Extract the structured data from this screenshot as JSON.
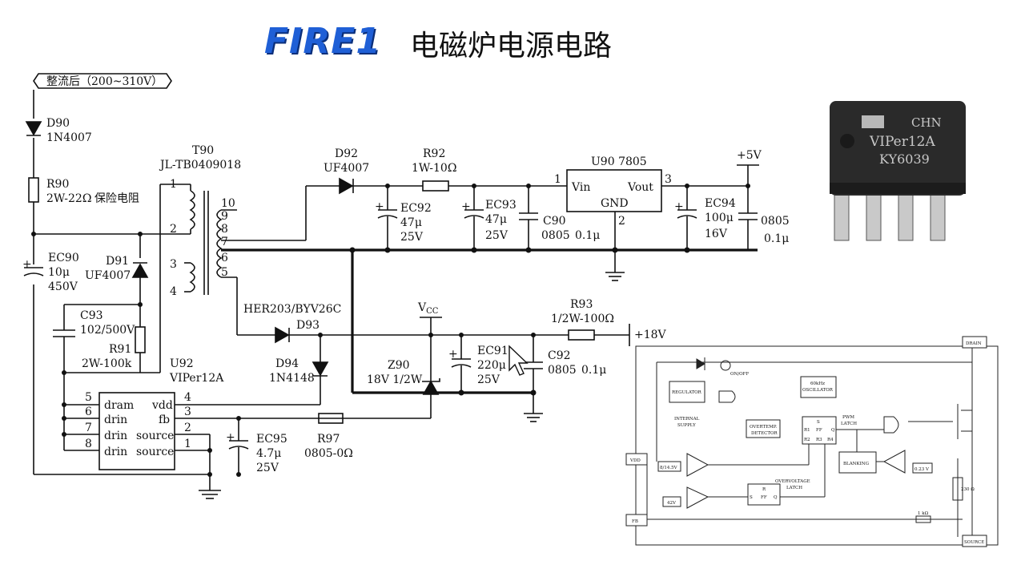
{
  "header": {
    "logo": "FIRE1",
    "title": "电磁炉电源电路"
  },
  "input_label": "整流后（200~310V）",
  "components": {
    "D90": {
      "ref": "D90",
      "value": "1N4007"
    },
    "R90": {
      "ref": "R90",
      "value": "2W-22Ω",
      "note": "保险电阻"
    },
    "EC90": {
      "ref": "EC90",
      "cap": "10μ",
      "volt": "450V"
    },
    "D91": {
      "ref": "D91",
      "value": "UF4007"
    },
    "C93": {
      "ref": "C93",
      "value": "102/500V"
    },
    "R91": {
      "ref": "R91",
      "value": "2W-100k"
    },
    "T90": {
      "ref": "T90",
      "value": "JL-TB0409018",
      "pins": [
        "1",
        "2",
        "3",
        "4",
        "5",
        "6",
        "7",
        "8",
        "9",
        "10"
      ]
    },
    "D92": {
      "ref": "D92",
      "value": "UF4007"
    },
    "R92": {
      "ref": "R92",
      "value": "1W-10Ω"
    },
    "EC92": {
      "ref": "EC92",
      "cap": "47μ",
      "volt": "25V"
    },
    "EC93": {
      "ref": "EC93",
      "cap": "47μ",
      "volt": "25V"
    },
    "C90": {
      "ref": "C90",
      "value": "0805",
      "cap": "0.1μ"
    },
    "U90": {
      "ref": "U90 7805",
      "vin": "Vin",
      "vout": "Vout",
      "gnd": "GND",
      "pin1": "1",
      "pin2": "2",
      "pin3": "3"
    },
    "EC94": {
      "ref": "EC94",
      "cap": "100μ",
      "volt": "16V"
    },
    "C94": {
      "value": "0805",
      "cap": "0.1μ"
    },
    "plus5": "+5V",
    "D93": {
      "ref": "D93",
      "value": "HER203/BYV26C"
    },
    "Vcc": "V",
    "Vcc_sub": "CC",
    "R93": {
      "ref": "R93",
      "value": "1/2W-100Ω"
    },
    "plus18": "+18V",
    "D94": {
      "ref": "D94",
      "value": "1N4148"
    },
    "Z90": {
      "ref": "Z90",
      "value": "18V 1/2W"
    },
    "EC91": {
      "ref": "EC91",
      "cap": "220μ",
      "volt": "25V"
    },
    "C92": {
      "ref": "C92",
      "value": "0805",
      "cap": "0.1μ"
    },
    "U92": {
      "ref": "U92",
      "value": "VIPer12A",
      "pins_left": [
        "5",
        "6",
        "7",
        "8"
      ],
      "names_left": [
        "dram",
        "drin",
        "drin",
        "drin"
      ],
      "pins_right": [
        "4",
        "3",
        "2",
        "1"
      ],
      "names_right": [
        "vdd",
        "fb",
        "source",
        "source"
      ]
    },
    "EC95": {
      "ref": "EC95",
      "cap": "4.7μ",
      "volt": "25V"
    },
    "R97": {
      "ref": "R97",
      "value": "0805-0Ω"
    }
  },
  "chip_photo": {
    "line1": "CHN",
    "line2": "VIPer12A",
    "line3": "KY6039"
  },
  "block_diagram": {
    "drain": "DRAIN",
    "onoff": "ON/OFF",
    "regulator": "REGULATOR",
    "internal_supply_1": "INTERNAL",
    "internal_supply_2": "SUPPLY",
    "osc_1": "60kHz",
    "osc_2": "OSCILLATOR",
    "overtemp_1": "OVERTEMP.",
    "overtemp_2": "DETECTOR",
    "ff_s": "S",
    "ff_r1": "R1",
    "ff_ff": "FF",
    "ff_q": "Q",
    "ff_r2": "R2",
    "ff_r3": "R3",
    "ff_r4": "R4",
    "pwm_1": "PWM",
    "pwm_2": "LATCH",
    "vdd": "VDD",
    "v8_14": "8/14.5V",
    "blanking": "BLANKING",
    "v023": "0.23 V",
    "ovl_1": "OVERVOLTAGE",
    "ovl_2": "LATCH",
    "ff2_r": "R",
    "ff2_s": "S",
    "ff2_ff": "FF",
    "ff2_q": "Q",
    "v42": "42V",
    "r230": "230 Ω",
    "r1k": "1 kΩ",
    "fb": "FB",
    "source": "SOURCE"
  }
}
